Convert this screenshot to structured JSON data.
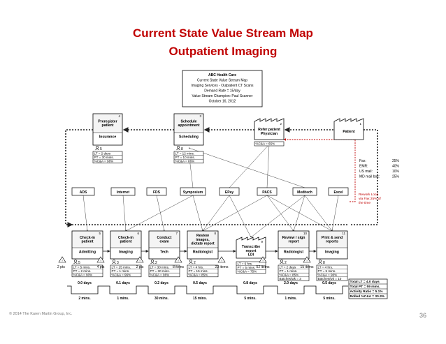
{
  "slide": {
    "title_line1": "Current State Value Stream Map",
    "title_line2": "Outpatient Imaging",
    "copyright": "© 2014 The Karen Martin Group, Inc.",
    "page_number": "36"
  },
  "header_box": {
    "lines": [
      "ABC Health Care",
      "Current State Value Stream Map",
      "Imaging Services - Outpatient CT Scans",
      "Demand Rate = 15/day",
      "Value Stream Champion: Paul Scanner",
      "October 16, 2012"
    ]
  },
  "top_processes": [
    {
      "num": "4",
      "name": "Preregister\npatient",
      "dept": "Insurance",
      "people": "5",
      "metrics": [
        "LT = 2 days",
        "PT = 30 mins.",
        "%C&A = 98%"
      ]
    },
    {
      "num": "3",
      "name": "Schedule\nappointment",
      "dept": "Scheduling",
      "people": "8",
      "metrics": [
        "LT = 12 mins.",
        "PT = 10 mins.",
        "%C&A = 86%"
      ]
    }
  ],
  "physician": {
    "num": "2",
    "name": "Refer patient\nPhysician",
    "metric": "%C&A = 65%"
  },
  "patient": {
    "num": "1",
    "name": "Patient"
  },
  "referral_mix": [
    "Fax: 25%",
    "EMR: 40%",
    "US mail: 10%",
    "MD mail box: 25%"
  ],
  "systems": [
    "ADS",
    "Internet",
    "FDS",
    "Symposium",
    "EPay",
    "PACS",
    "Meditech",
    "Excel"
  ],
  "rework_note": "Rework Loop via Fax 25% of the time",
  "bottom_processes": [
    {
      "num": "5",
      "name": "Check-in\npatient",
      "dept": "Admitting",
      "people": "5",
      "metrics": [
        "LT = 5 mins.",
        "PT = 2 mins.",
        "%C&A = 90%"
      ]
    },
    {
      "num": "6",
      "name": "Check-in\npatient",
      "dept": "Imaging",
      "people": "3",
      "metrics": [
        "LT = 25 mins.",
        "PT = 1 mins.",
        "%C&A = 96%"
      ]
    },
    {
      "num": "7",
      "name": "Conduct\nexam",
      "dept": "Tech",
      "people": "2",
      "metrics": [
        "LT = 30 mins.",
        "PT = 30 mins.",
        "%C&A = 96%"
      ]
    },
    {
      "num": "8",
      "name": "Review\nimages,\ndictate report",
      "dept": "Radiologist",
      "people": "2",
      "metrics": [
        "LT = 4 hrs.",
        "PT = 15 mins.",
        "%C&A = 85%"
      ]
    },
    {
      "num": "9",
      "name": "Transcribe\nreport\nLDI",
      "dept": "",
      "people": "",
      "metrics": [
        "LT = 6 hrs.",
        "PT = 5 mins.",
        "%C&A = 75%"
      ]
    },
    {
      "num": "10",
      "name": "Review / sign\nreport",
      "dept": "Radiologist",
      "people": "2",
      "metrics": [
        "LT = 2 days",
        "PT = 1 mins.",
        "%C&A = 85%",
        "Batches/wk = 3"
      ]
    },
    {
      "num": "11",
      "name": "Print & send\nreports",
      "dept": "Imaging",
      "people": "8",
      "metrics": [
        "LT = 4 hrs.",
        "PT = 5 mins.",
        "%C&A = 90%",
        "Batches/wk = 10"
      ]
    }
  ],
  "queues": [
    "2 pts",
    "4 pts",
    "2 pts",
    "8 items",
    "23 items",
    "52 items",
    "15 items"
  ],
  "timeline": {
    "lead_times": [
      "0.0 days",
      "0.1 days",
      "0.2 days",
      "0.5 days",
      "0.8 days",
      "2.0 days",
      "0.5 days"
    ],
    "process_times": [
      "2 mins.",
      "1 mins.",
      "30 mins.",
      "15 mins.",
      "5 mins.",
      "1 mins.",
      "5 mins."
    ]
  },
  "summary": [
    "Total LT = 4.0 days",
    "Total PT = 59 mins.",
    "Activity Ratio = 5.1%",
    "Rolled %C&A = 30.3%"
  ]
}
